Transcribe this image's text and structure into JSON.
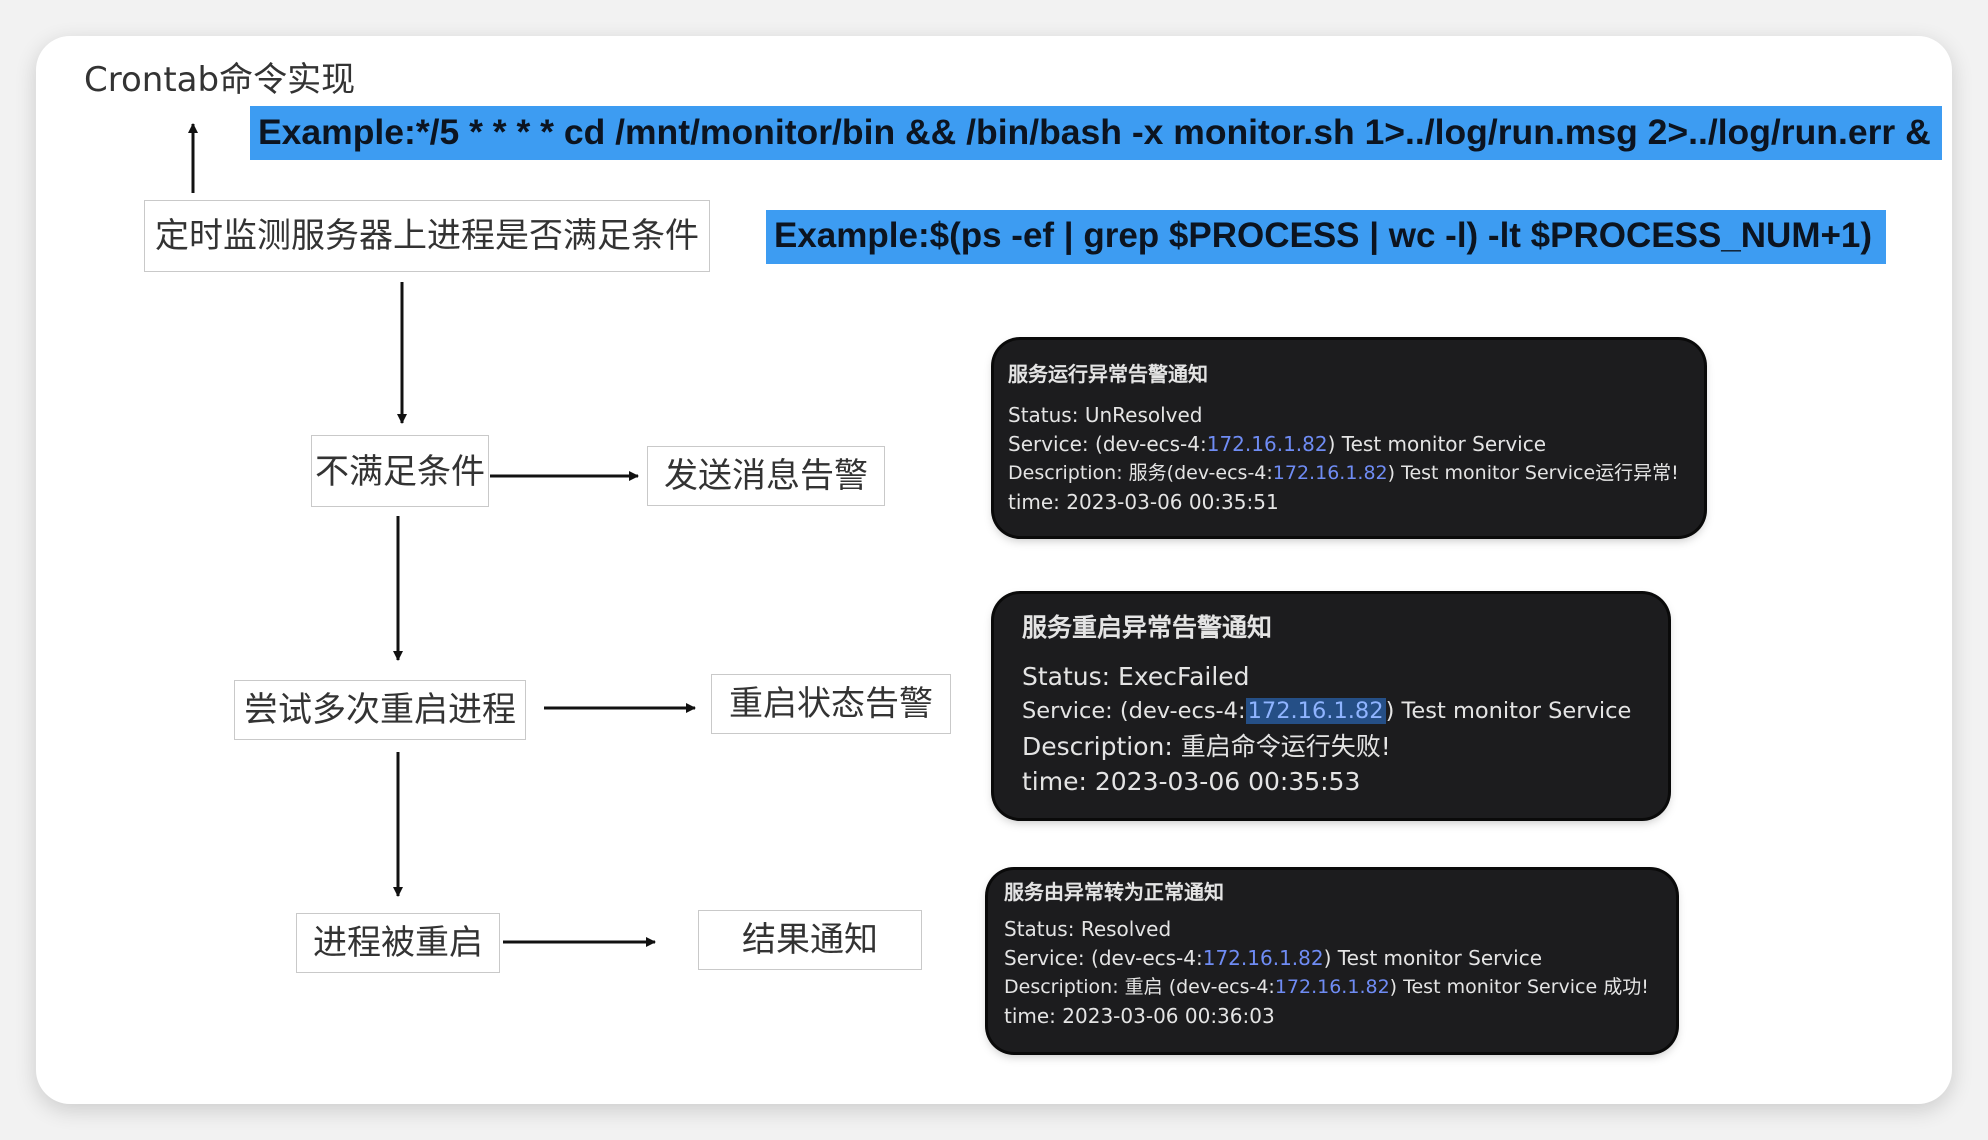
{
  "title": "Crontab命令实现",
  "commands": {
    "cron_example": "Example:*/5 * * * * cd /mnt/monitor/bin && /bin/bash -x monitor.sh 1>../log/run.msg 2>../log/run.err &",
    "check_example": "Example:$(ps -ef | grep $PROCESS | wc -l) -lt $PROCESS_NUM+1)"
  },
  "flow": {
    "monitor": "定时监测服务器上进程是否满足条件",
    "not_met": "不满足条件",
    "send_alert": "发送消息告警",
    "retry_restart": "尝试多次重启进程",
    "restart_alert": "重启状态告警",
    "restarted": "进程被重启",
    "result_notice": "结果通知"
  },
  "notifications": [
    {
      "title": "服务运行异常告警通知",
      "status": "Status: UnResolved",
      "service_prefix": "Service: (dev-ecs-4:",
      "ip": "172.16.1.82",
      "service_suffix": ") Test monitor Service",
      "desc_prefix": "Description: 服务(dev-ecs-4:",
      "desc_ip": "172.16.1.82",
      "desc_suffix": ") Test monitor Service运行异常!",
      "time": "time: 2023-03-06 00:35:51"
    },
    {
      "title": "服务重启异常告警通知",
      "status": "Status: ExecFailed",
      "service_prefix": "Service: (dev-ecs-4:",
      "ip": "172.16.1.82",
      "service_suffix": ") Test monitor Service",
      "description": "Description: 重启命令运行失败!",
      "time": "time: 2023-03-06 00:35:53"
    },
    {
      "title": "服务由异常转为正常通知",
      "status": "Status: Resolved",
      "service_prefix": "Service: (dev-ecs-4:",
      "ip": "172.16.1.82",
      "service_suffix": ") Test monitor Service",
      "desc_prefix": "Description: 重启 (dev-ecs-4:",
      "desc_ip": "172.16.1.82",
      "desc_suffix": ") Test monitor Service 成功!",
      "time": "time: 2023-03-06 00:36:03"
    }
  ],
  "colors": {
    "command_bg": "#3d9cf2",
    "panel_bg": "#1c1c1e",
    "ip_link": "#6f8cf4"
  }
}
